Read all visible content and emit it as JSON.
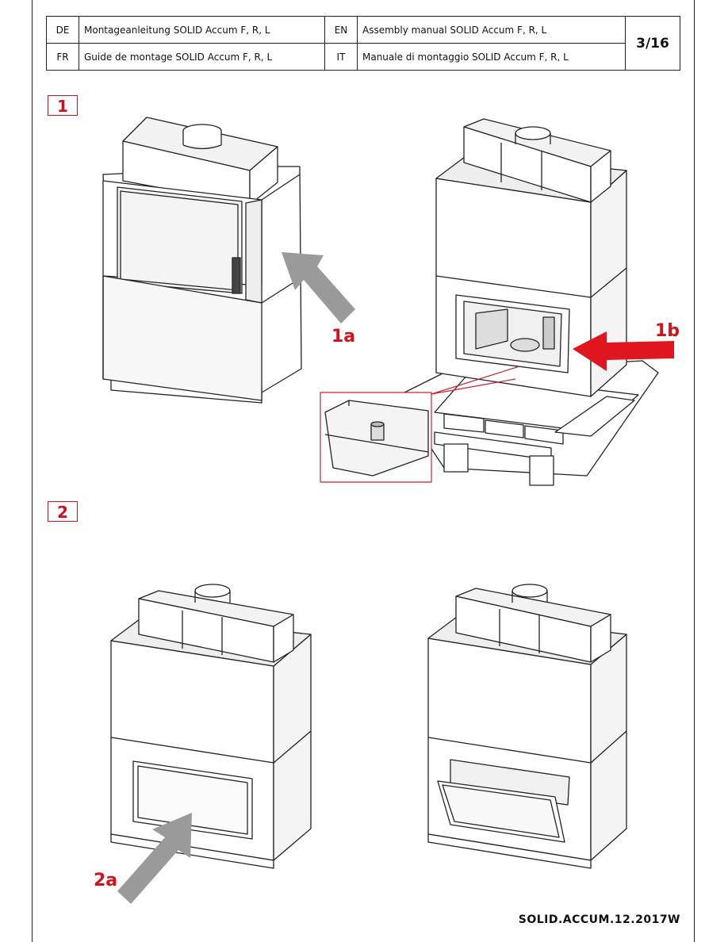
{
  "header": {
    "rows": [
      {
        "lang1": "DE",
        "text1": "Montageanleitung SOLID Accum F, R, L",
        "lang2": "EN",
        "text2": "Assembly manual SOLID Accum F, R, L"
      },
      {
        "lang1": "FR",
        "text1": "Guide de montage SOLID Accum F, R, L",
        "lang2": "IT",
        "text2": "Manuale di montaggio SOLID Accum F, R, L"
      }
    ],
    "page": "3/16"
  },
  "steps": {
    "step1": "1",
    "step2": "2"
  },
  "labels": {
    "l1a": "1a",
    "l1b": "1b",
    "l2a": "2a"
  },
  "footer": "SOLID.ACCUM.12.2017W",
  "colors": {
    "accent": "#d0121b",
    "arrow_gray": "#9a9a9a"
  }
}
